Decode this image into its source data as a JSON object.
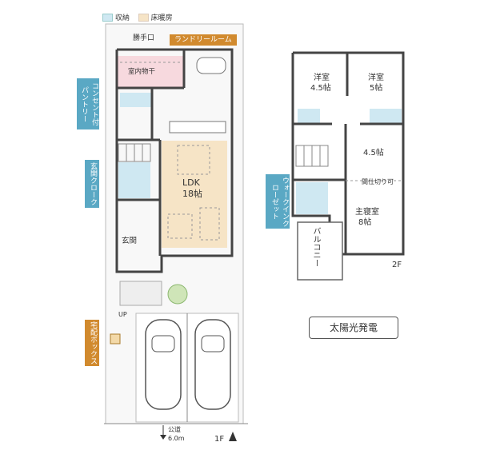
{
  "legend": {
    "storage": "収納",
    "floor_heating": "床暖房"
  },
  "colors": {
    "storage": "#cfe8f2",
    "floor_heating": "#f6e4c6",
    "accent_blue": "#5aa8c4",
    "accent_orange": "#d18a2e"
  },
  "floor1": {
    "label": "1F",
    "rooms": {
      "back_door": "勝手口",
      "laundry": "ランドリールーム",
      "indoor_drying": "室内物干",
      "ldk": "LDK",
      "ldk_size": "18帖",
      "entrance": "玄関"
    },
    "tags": {
      "outlet_pantry": "コンセント付パントリー",
      "entrance_closet": "玄関クローク",
      "delivery_box": "宅配ボックス"
    },
    "up": "UP",
    "road": "公道",
    "road_width": "6.0m"
  },
  "floor2": {
    "label": "2F",
    "rooms": {
      "western1": "洋室",
      "western1_size": "4.5帖",
      "western2": "洋室",
      "western2_size": "5帖",
      "room3_size": "4.5帖",
      "partition_note": "間仕切り可",
      "master": "主寝室",
      "master_size": "8帖",
      "balcony": "バルコニー"
    },
    "tags": {
      "walk_in_closet": "ウォークインクローゼット"
    }
  },
  "solar": "太陽光発電"
}
